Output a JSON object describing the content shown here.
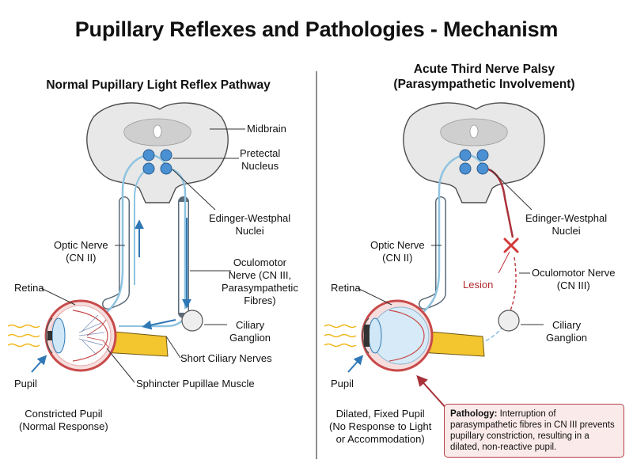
{
  "title": "Pupillary Reflexes and Pathologies - Mechanism",
  "left": {
    "subtitle": "Normal Pupillary Light Reflex Pathway",
    "labels": {
      "midbrain": "Midbrain",
      "pretectal": [
        "Pretectal",
        "Nucleus"
      ],
      "edinger": [
        "Edinger-Westphal",
        "Nuclei"
      ],
      "optic": [
        "Optic Nerve",
        "(CN II)"
      ],
      "oculomotor": [
        "Oculomotor",
        "Nerve (CN III,",
        "Parasympathetic",
        "Fibres)"
      ],
      "retina": "Retina",
      "ciliary": [
        "Ciliary",
        "Ganglion"
      ],
      "short_ciliary": "Short Ciliary Nerves",
      "pupil": "Pupil",
      "sphincter": "Sphincter Pupillae Muscle",
      "constricted": [
        "Constricted Pupil",
        "(Normal Response)"
      ]
    }
  },
  "right": {
    "subtitle": [
      "Acute Third Nerve Palsy",
      "(Parasympathetic Involvement)"
    ],
    "labels": {
      "edinger": [
        "Edinger-Westphal",
        "Nuclei"
      ],
      "optic": [
        "Optic Nerve",
        "(CN II)"
      ],
      "lesion": "Lesion",
      "oculomotor": [
        "Oculomotor Nerve",
        "(CN III)"
      ],
      "retina": "Retina",
      "ciliary": [
        "Ciliary",
        "Ganglion"
      ],
      "pupil": "Pupil",
      "dilated": [
        "Dilated, Fixed Pupil",
        "(No Response to Light",
        "or Accommodation)"
      ]
    },
    "pathology": {
      "heading": "Pathology:",
      "text": " Interruption of parasympathetic fibres in CN III prevents pupillary constriction, resulting in a dilated, non-reactive pupil."
    }
  },
  "colors": {
    "nerve_blue": "#8ec3e0",
    "nucleus_blue": "#4a90d2",
    "lesion_red": "#c0343c",
    "optic_yellow": "#f3c52e",
    "eye_red": "#c84a4a"
  }
}
